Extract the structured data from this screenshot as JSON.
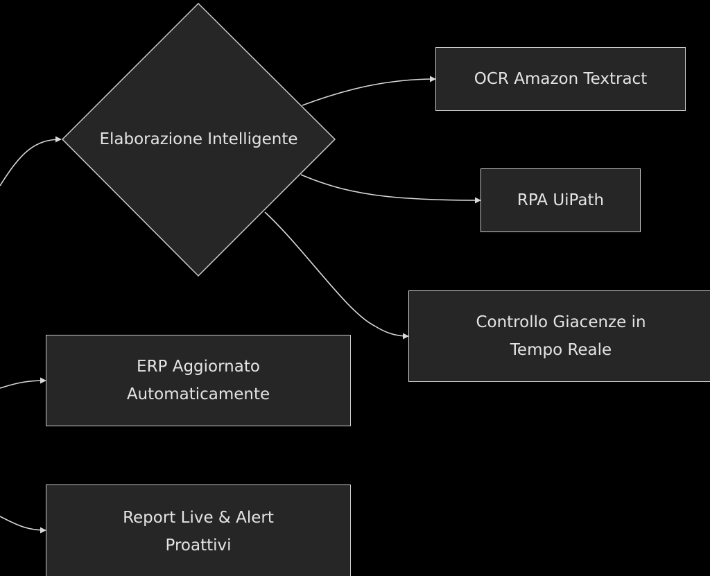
{
  "diagram": {
    "nodes": {
      "decision": {
        "label": "Elaborazione Intelligente"
      },
      "ocr": {
        "label": "OCR Amazon Textract"
      },
      "rpa": {
        "label": "RPA UiPath"
      },
      "stock": {
        "line1": "Controllo Giacenze in",
        "line2": "Tempo Reale"
      },
      "erp": {
        "line1": "ERP Aggiornato",
        "line2": "Automaticamente"
      },
      "report": {
        "line1": "Report Live & Alert",
        "line2": "Proattivi"
      }
    },
    "edges": [
      {
        "from": "offscreen-left",
        "to": "decision"
      },
      {
        "from": "decision",
        "to": "ocr"
      },
      {
        "from": "decision",
        "to": "rpa"
      },
      {
        "from": "decision",
        "to": "stock"
      },
      {
        "from": "offscreen-left",
        "to": "erp"
      },
      {
        "from": "offscreen-left",
        "to": "report"
      }
    ],
    "colors": {
      "background": "#000000",
      "node_fill": "#262626",
      "node_stroke": "#cccccc",
      "edge": "#d9d9d9",
      "text": "#e4e4e4"
    }
  }
}
